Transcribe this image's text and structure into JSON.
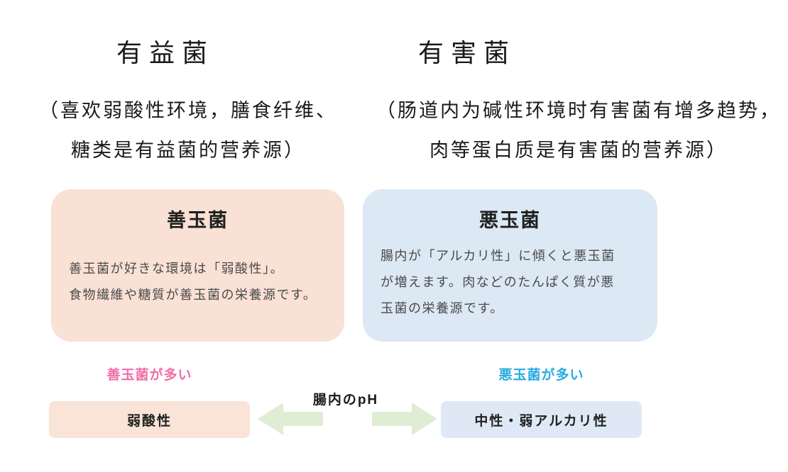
{
  "palette": {
    "good_card_bg": "#fae1d5",
    "bad_card_bg": "#dce8f4",
    "acid_bar_bg": "#fae3d7",
    "alkali_bar_bg": "#dee9f5",
    "arrow_green": "#dfedd5",
    "good_label_color": "#f06ea9",
    "bad_label_color": "#29abe2",
    "heading_color": "#1a1a1a",
    "card_body_color": "#4a4a4a"
  },
  "top": {
    "left": {
      "heading": "有益菌",
      "desc_lines": [
        "（喜欢弱酸性环境，膳食纤维、",
        "糖类是有益菌的营养源）"
      ]
    },
    "right": {
      "heading": "有害菌",
      "desc_lines": [
        "（肠道内为碱性环境时有害菌有增多趋势，",
        "肉等蛋白质是有害菌的营养源）"
      ]
    }
  },
  "cards": {
    "good": {
      "title": "善玉菌",
      "body_lines": [
        "善玉菌が好きな環境は「弱酸性」。",
        "食物繊維や糖質が善玉菌の栄養源です。"
      ]
    },
    "bad": {
      "title": "悪玉菌",
      "body_lines": [
        "腸内が「アルカリ性」に傾くと悪玉菌",
        "が増えます。肉などのたんぱく質が悪",
        "玉菌の栄養源です。"
      ]
    }
  },
  "ph_scale": {
    "good_label": "善玉菌が多い",
    "bad_label": "悪玉菌が多い",
    "center_label": "腸内のpH",
    "acid_bar_label": "弱酸性",
    "alkali_bar_label": "中性・弱アルカリ性"
  }
}
